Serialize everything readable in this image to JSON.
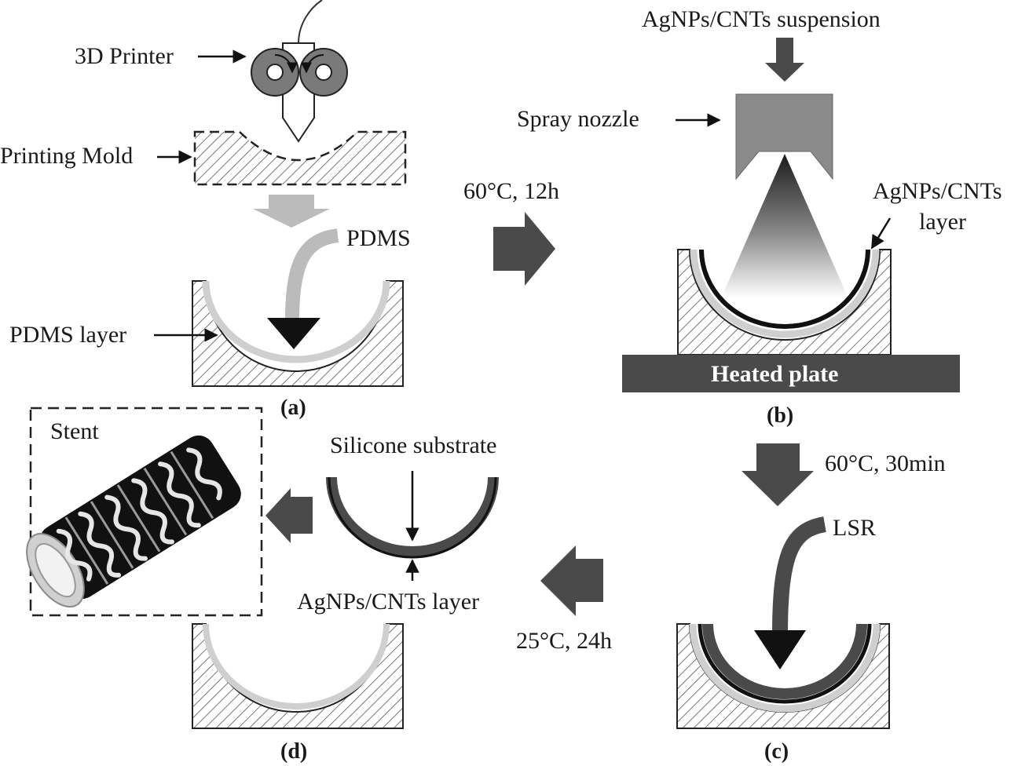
{
  "figure": {
    "labels": {
      "printer": "3D Printer",
      "mold": "Printing Mold",
      "pdms": "PDMS",
      "pdms_layer": "PDMS layer",
      "step_ab": "60°C, 12h",
      "suspension": "AgNPs/CNTs suspension",
      "spray_nozzle": "Spray nozzle",
      "agnps_layer_line1": "AgNPs/CNTs",
      "agnps_layer_line2": "layer",
      "heated_plate": "Heated plate",
      "step_bc": "60°C, 30min",
      "lsr": "LSR",
      "step_cd": "25°C, 24h",
      "silicone": "Silicone substrate",
      "agnps_layer_d": "AgNPs/CNTs layer",
      "stent": "Stent"
    },
    "panels": {
      "a": "(a)",
      "b": "(b)",
      "c": "(c)",
      "d": "(d)"
    },
    "colors": {
      "dark": "#4a4a4a",
      "mid": "#8a8a8a",
      "light": "#b8b8b8",
      "lighter": "#cfcfcf",
      "black": "#111111"
    }
  }
}
